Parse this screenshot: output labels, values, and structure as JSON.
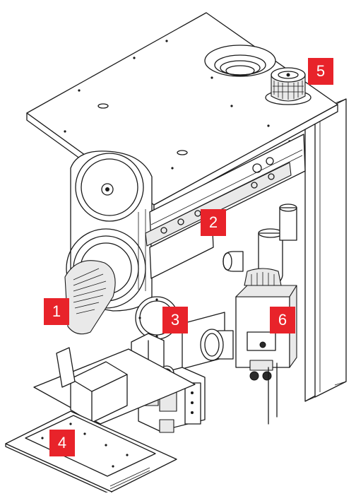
{
  "callouts": [
    {
      "label": "1"
    },
    {
      "label": "2"
    },
    {
      "label": "3"
    },
    {
      "label": "4"
    },
    {
      "label": "5"
    },
    {
      "label": "6"
    }
  ],
  "callout_color": "#e8232a",
  "line_color": "#1a1a1a"
}
